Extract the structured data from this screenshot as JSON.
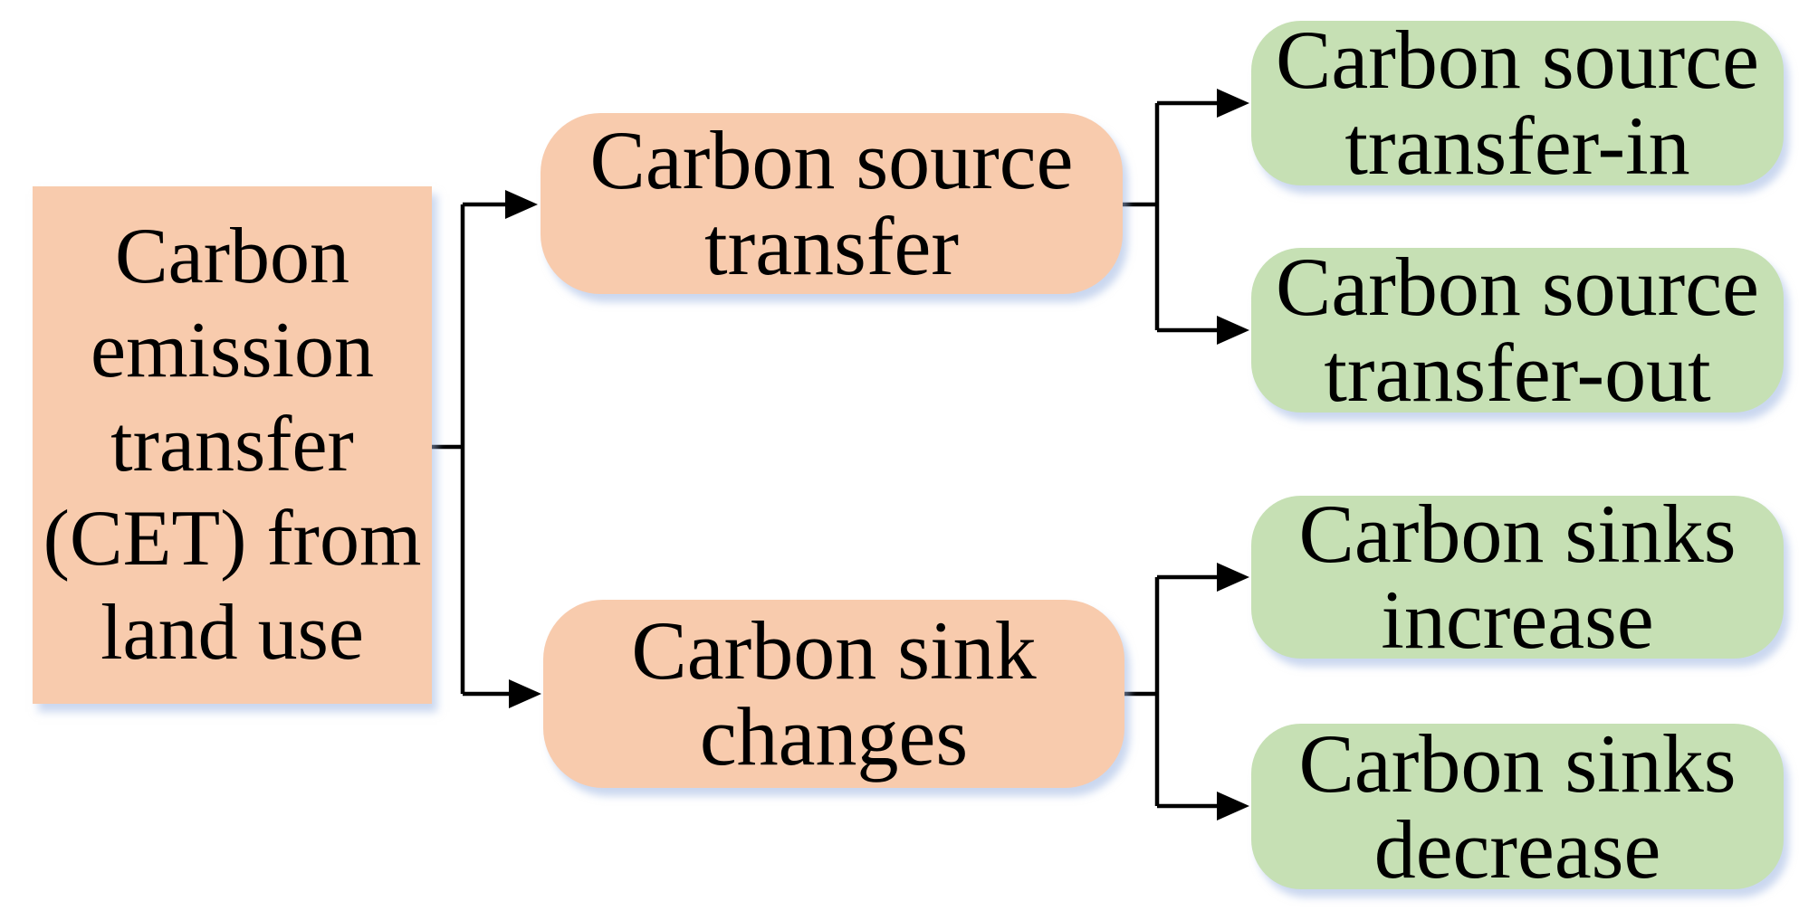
{
  "diagram": {
    "type": "tree-flowchart",
    "direction": "left-to-right",
    "nodes": {
      "root": {
        "id": "root",
        "label": "Carbon\nemission\ntransfer\n(CET) from\nland use",
        "level": 0,
        "fill": "#F8CBAD",
        "shape": "rectangle"
      },
      "source_transfer": {
        "id": "source_transfer",
        "label": "Carbon source\ntransfer",
        "level": 1,
        "fill": "#F8CBAD",
        "shape": "rounded-rectangle"
      },
      "sink_changes": {
        "id": "sink_changes",
        "label": "Carbon sink\nchanges",
        "level": 1,
        "fill": "#F8CBAD",
        "shape": "rounded-rectangle"
      },
      "transfer_in": {
        "id": "transfer_in",
        "label": "Carbon source\ntransfer-in",
        "level": 2,
        "fill": "#C6E0B4",
        "shape": "rounded-rectangle"
      },
      "transfer_out": {
        "id": "transfer_out",
        "label": "Carbon source\ntransfer-out",
        "level": 2,
        "fill": "#C6E0B4",
        "shape": "rounded-rectangle"
      },
      "sinks_increase": {
        "id": "sinks_increase",
        "label": "Carbon sinks\nincrease",
        "level": 2,
        "fill": "#C6E0B4",
        "shape": "rounded-rectangle"
      },
      "sinks_decrease": {
        "id": "sinks_decrease",
        "label": "Carbon sinks\ndecrease",
        "level": 2,
        "fill": "#C6E0B4",
        "shape": "rounded-rectangle"
      }
    },
    "edges": [
      {
        "from": "root",
        "to": "source_transfer",
        "style": "elbow-arrow"
      },
      {
        "from": "root",
        "to": "sink_changes",
        "style": "elbow-arrow"
      },
      {
        "from": "source_transfer",
        "to": "transfer_in",
        "style": "elbow-arrow"
      },
      {
        "from": "source_transfer",
        "to": "transfer_out",
        "style": "elbow-arrow"
      },
      {
        "from": "sink_changes",
        "to": "sinks_increase",
        "style": "elbow-arrow"
      },
      {
        "from": "sink_changes",
        "to": "sinks_decrease",
        "style": "elbow-arrow"
      }
    ],
    "colors": {
      "parent_fill": "#F8CBAD",
      "child_fill": "#C6E0B4",
      "connector": "#000000",
      "text": "#000000",
      "shadow": "rgba(158,183,226,0.55)",
      "background": "#FFFFFF"
    }
  }
}
